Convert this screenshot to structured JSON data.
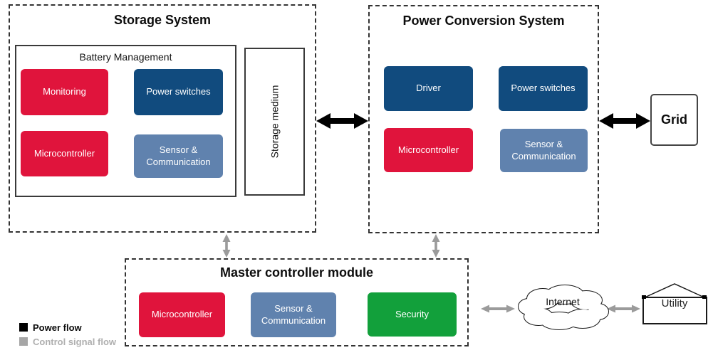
{
  "diagram": {
    "storage_system": {
      "title": "Storage System",
      "battery_management": {
        "title": "Battery Management",
        "modules": {
          "monitoring": "Monitoring",
          "power_switches": "Power switches",
          "microcontroller": "Microcontroller",
          "sensor_communication": "Sensor & Communication"
        }
      },
      "storage_medium": "Storage medium"
    },
    "power_conversion_system": {
      "title": "Power Conversion System",
      "modules": {
        "driver": "Driver",
        "power_switches": "Power switches",
        "microcontroller": "Microcontroller",
        "sensor_communication": "Sensor & Communication"
      }
    },
    "grid": {
      "label": "Grid"
    },
    "master_controller": {
      "title": "Master controller module",
      "modules": {
        "microcontroller": "Microcontroller",
        "sensor_communication": "Sensor & Communication",
        "security": "Security"
      }
    },
    "internet": {
      "label": "Internet"
    },
    "utility": {
      "label": "Utility"
    },
    "legend": {
      "power_flow": "Power flow",
      "control_signal_flow": "Control signal flow"
    },
    "colors": {
      "module_red": "#E0143C",
      "module_navy": "#114B7E",
      "module_steel_blue": "#6082AE",
      "module_green": "#12A03B",
      "power_flow_black": "#000000",
      "control_signal_gray": "#9B9B9B"
    }
  }
}
